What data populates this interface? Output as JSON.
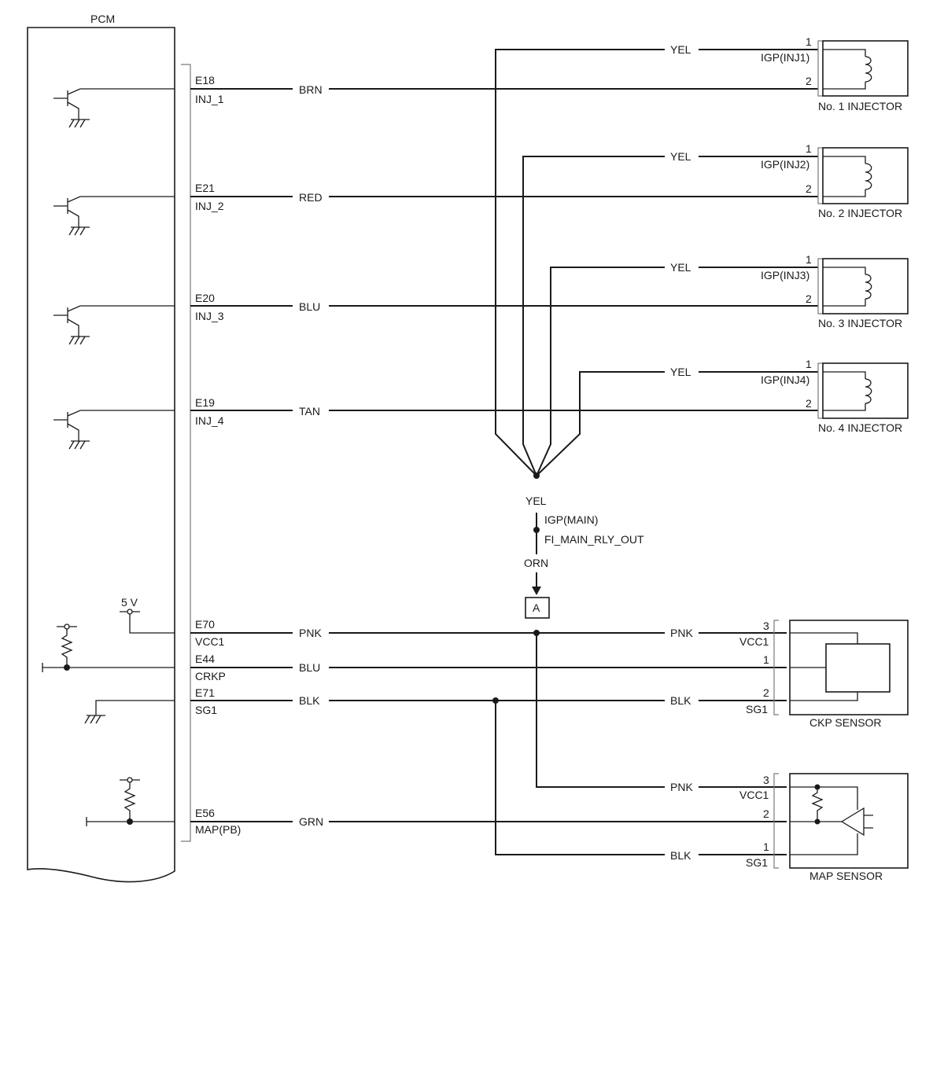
{
  "pcm": {
    "title": "PCM"
  },
  "injector_pins": [
    {
      "terminal": "E18",
      "signal": "INJ_1",
      "wire_color": "BRN"
    },
    {
      "terminal": "E21",
      "signal": "INJ_2",
      "wire_color": "RED"
    },
    {
      "terminal": "E20",
      "signal": "INJ_3",
      "wire_color": "BLU"
    },
    {
      "terminal": "E19",
      "signal": "INJ_4",
      "wire_color": "TAN"
    }
  ],
  "injectors": [
    {
      "name": "No. 1 INJECTOR",
      "supply_wire": "YEL",
      "supply_label": "IGP(INJ1)",
      "pin1": "1",
      "pin2": "2"
    },
    {
      "name": "No. 2 INJECTOR",
      "supply_wire": "YEL",
      "supply_label": "IGP(INJ2)",
      "pin1": "1",
      "pin2": "2"
    },
    {
      "name": "No. 3 INJECTOR",
      "supply_wire": "YEL",
      "supply_label": "IGP(INJ3)",
      "pin1": "1",
      "pin2": "2"
    },
    {
      "name": "No. 4 INJECTOR",
      "supply_wire": "YEL",
      "supply_label": "IGP(INJ4)",
      "pin1": "1",
      "pin2": "2"
    }
  ],
  "power_feed": {
    "joint_wire": "YEL",
    "label_1": "IGP(MAIN)",
    "label_2": "FI_MAIN_RLY_OUT",
    "out_wire": "ORN",
    "connector": "A"
  },
  "sensor_pins": {
    "vcc": {
      "terminal": "E70",
      "signal": "VCC1",
      "wire_color": "PNK",
      "ref_voltage": "5 V"
    },
    "crkp": {
      "terminal": "E44",
      "signal": "CRKP",
      "wire_color": "BLU"
    },
    "sg": {
      "terminal": "E71",
      "signal": "SG1",
      "wire_color": "BLK"
    },
    "map": {
      "terminal": "E56",
      "signal": "MAP(PB)",
      "wire_color": "GRN"
    }
  },
  "ckp_sensor": {
    "name": "CKP SENSOR",
    "vcc_wire": "PNK",
    "vcc_pin": "3",
    "vcc_label": "VCC1",
    "sig_pin": "1",
    "sg_wire": "BLK",
    "sg_pin": "2",
    "sg_label": "SG1"
  },
  "map_sensor": {
    "name": "MAP SENSOR",
    "vcc_wire": "PNK",
    "vcc_pin": "3",
    "vcc_label": "VCC1",
    "sig_pin": "2",
    "sg_wire": "BLK",
    "sg_pin": "1",
    "sg_label": "SG1"
  }
}
